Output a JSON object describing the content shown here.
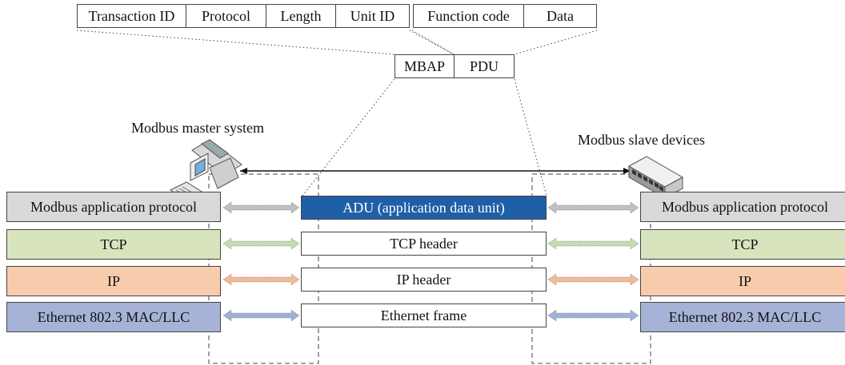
{
  "header_fields": {
    "mbap_fields": [
      "Transaction ID",
      "Protocol",
      "Length",
      "Unit ID"
    ],
    "pdu_fields": [
      "Function code",
      "Data"
    ]
  },
  "adu_split": {
    "mbap": "MBAP",
    "pdu": "PDU"
  },
  "nodes": {
    "master_label": "Modbus master system",
    "slave_label": "Modbus slave devices"
  },
  "stack": {
    "left": [
      "Modbus application protocol",
      "TCP",
      "IP",
      "Ethernet 802.3 MAC/LLC"
    ],
    "right": [
      "Modbus application protocol",
      "TCP",
      "IP",
      "Ethernet 802.3 MAC/LLC"
    ],
    "center": [
      "ADU (application data unit)",
      "TCP header",
      "IP header",
      "Ethernet frame"
    ]
  },
  "colors": {
    "application": "#d9d9d9",
    "tcp": "#d7e4bd",
    "ip": "#f8cbad",
    "ethernet": "#a6b3d6",
    "adu": "#1f5fa8",
    "arrow_application": "#bfbfbf",
    "arrow_tcp": "#c5dcae",
    "arrow_ip": "#f4b996",
    "arrow_ethernet": "#9fb1d8"
  }
}
